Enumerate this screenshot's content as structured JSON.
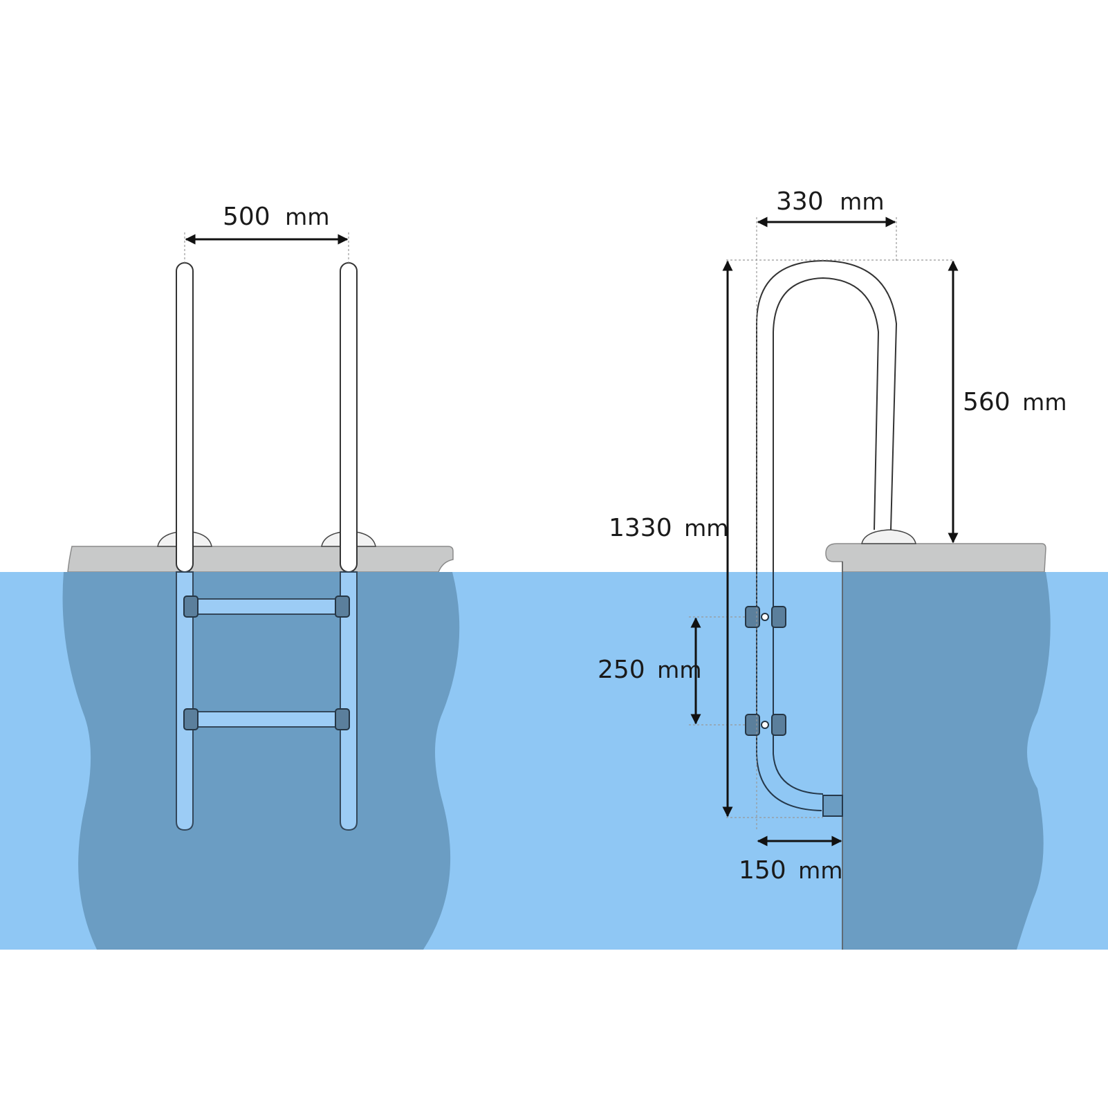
{
  "colors": {
    "background": "#ffffff",
    "water": "#8fc7f4",
    "pool_wall": "#6b9dc3",
    "coping": "#c8c9c9",
    "rail_outline": "#333333",
    "dimension_line": "#111111"
  },
  "front_view": {
    "width_label": {
      "value": "500",
      "unit": "mm"
    }
  },
  "side_view": {
    "depth_label": {
      "value": "330",
      "unit": "mm"
    },
    "height_above_label": {
      "value": "560",
      "unit": "mm"
    },
    "total_height_label": {
      "value": "1330",
      "unit": "mm"
    },
    "step_spacing_label": {
      "value": "250",
      "unit": "mm"
    },
    "wall_offset_label": {
      "value": "150",
      "unit": "mm"
    }
  }
}
